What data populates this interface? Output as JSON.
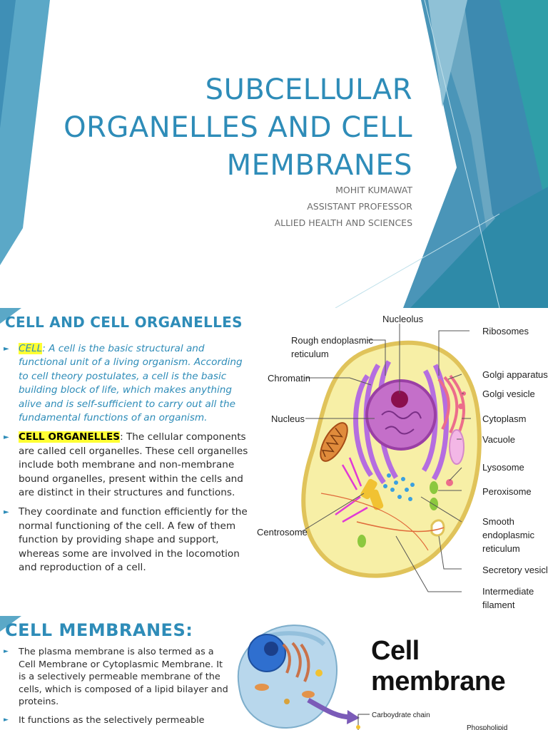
{
  "slide1": {
    "title_lines": [
      "SUBCELLULAR",
      "ORGANELLES AND CELL",
      "MEMBRANES"
    ],
    "author": "MOHIT KUMAWAT",
    "position": "ASSISTANT PROFESSOR",
    "department": "ALLIED HEALTH AND SCIENCES"
  },
  "slide2": {
    "heading": "CELL AND CELL ORGANELLES",
    "bullet1": {
      "term": "CELL",
      "text": ": A cell is the basic structural and functional unit of a living organism. According to cell theory postulates, a cell is the basic building block of life, which makes anything alive and is self-sufficient to carry out all the fundamental functions of an organism."
    },
    "bullet2": {
      "term": "CELL ORGANELLES",
      "text": ": The cellular components are called cell organelles. These cell organelles include both membrane and non-membrane bound organelles, present within the cells and are distinct in their structures and functions."
    },
    "bullet3": {
      "text": "They coordinate and function efficiently for the normal functioning of the cell. A few of them function by providing shape and support, whereas some are involved in the locomotion and reproduction of a cell."
    },
    "diagram_labels": {
      "nucleolus": "Nucleolus",
      "rough_er_1": "Rough endoplasmic",
      "rough_er_2": "reticulum",
      "chromatin": "Chromatin",
      "nucleus": "Nucleus",
      "centrosome": "Centrosome",
      "ribosomes": "Ribosomes",
      "golgi_apparatus": "Golgi apparatus",
      "golgi_vesicle": "Golgi vesicle",
      "cytoplasm": "Cytoplasm",
      "vacuole": "Vacuole",
      "lysosome": "Lysosome",
      "peroxisome": "Peroxisome",
      "smooth_er_1": "Smooth",
      "smooth_er_2": "endoplasmic",
      "smooth_er_3": "reticulum",
      "secretory_vesicle": "Secretory vesicle",
      "intermediate_1": "Intermediate",
      "intermediate_2": "filament"
    }
  },
  "slide3": {
    "heading": "CELL MEMBRANES:",
    "bullet1": "The plasma membrane is also termed as a Cell Membrane or Cytoplasmic Membrane. It is a selectively permeable membrane of the cells, which is composed of a lipid bilayer and proteins.",
    "bullet2": "It functions as the selectively permeable",
    "figure_title": "Cell membrane",
    "label_carbohydrate": "Carboydrate chain",
    "label_phospholipid": "Phospholipid"
  },
  "bullet_marker": "►",
  "colors": {
    "accent": "#2e8cb8",
    "highlight": "#ffff33"
  }
}
